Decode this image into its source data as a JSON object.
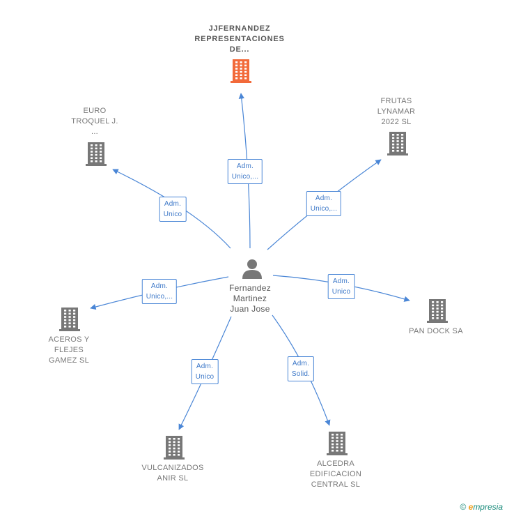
{
  "center": {
    "name": "Fernandez\nMartinez\nJuan Jose",
    "icon": "person-icon"
  },
  "nodes": [
    {
      "id": "jjfernandez",
      "name": "JJFERNANDEZ\nREPRESENTACIONES\nDE...",
      "highlight": true,
      "color": "#f26a3a",
      "relation": "Adm.\nUnico,..."
    },
    {
      "id": "euro-troquel",
      "name": "EURO\nTROQUEL J.\n...",
      "highlight": false,
      "color": "#777777",
      "relation": "Adm.\nUnico"
    },
    {
      "id": "frutas-lynamar",
      "name": "FRUTAS\nLYNAMAR\n2022  SL",
      "highlight": false,
      "color": "#777777",
      "relation": "Adm.\nUnico,..."
    },
    {
      "id": "aceros-flejes",
      "name": "ACEROS Y\nFLEJES\nGAMEZ  SL",
      "highlight": false,
      "color": "#777777",
      "relation": "Adm.\nUnico,..."
    },
    {
      "id": "pan-dock",
      "name": "PAN DOCK SA",
      "highlight": false,
      "color": "#777777",
      "relation": "Adm.\nUnico"
    },
    {
      "id": "vulcanizados-anir",
      "name": "VULCANIZADOS\nANIR  SL",
      "highlight": false,
      "color": "#777777",
      "relation": "Adm.\nUnico"
    },
    {
      "id": "alcedra",
      "name": "ALCEDRA\nEDIFICACION\nCENTRAL SL",
      "highlight": false,
      "color": "#777777",
      "relation": "Adm.\nSolid."
    }
  ],
  "colors": {
    "edge": "#4a86d6",
    "building": "#777777",
    "highlight": "#f26a3a",
    "person": "#777777"
  },
  "footer": {
    "copyright": "©",
    "brand": "mpresia",
    "brand_initial": "e"
  }
}
